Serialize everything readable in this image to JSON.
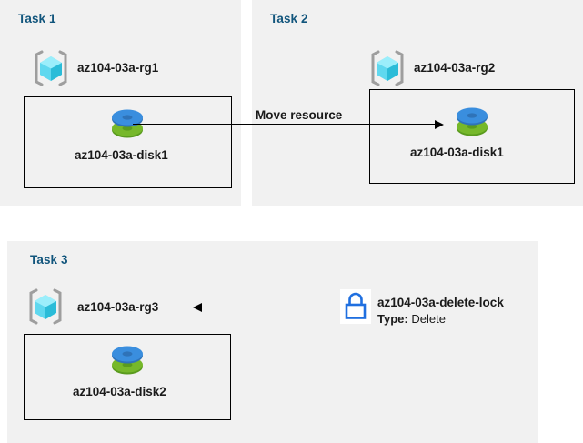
{
  "diagram": {
    "title": "Azure resource group tasks diagram",
    "background": "#ffffff",
    "panel_background": "#f1f1f1",
    "title_color": "#11557c",
    "accent_blue": "#1f6fe0",
    "cube_cyan": "#7fe3f5",
    "cube_teal": "#2bbcd8",
    "disk_blue": "#3a8ede",
    "disk_green": "#76b82a"
  },
  "panels": [
    {
      "id": "task1",
      "title": "Task 1",
      "resource_group": {
        "label": "az104-03a-rg1",
        "icon": "resource-group-cube-icon"
      },
      "resource": {
        "label": "az104-03a-disk1",
        "icon": "managed-disk-icon"
      }
    },
    {
      "id": "task2",
      "title": "Task 2",
      "resource_group": {
        "label": "az104-03a-rg2",
        "icon": "resource-group-cube-icon"
      },
      "resource": {
        "label": "az104-03a-disk1",
        "icon": "managed-disk-icon"
      }
    },
    {
      "id": "task3",
      "title": "Task 3",
      "resource_group": {
        "label": "az104-03a-rg3",
        "icon": "resource-group-cube-icon"
      },
      "resource": {
        "label": "az104-03a-disk2",
        "icon": "managed-disk-icon"
      },
      "lock": {
        "icon": "padlock-icon",
        "label": "az104-03a-delete-lock",
        "type_label": "Type:",
        "type_value": "Delete"
      }
    }
  ],
  "connectors": [
    {
      "id": "move-resource",
      "label": "Move resource",
      "direction": "right",
      "from": "az104-03a-disk1",
      "to": "az104-03a-disk1"
    },
    {
      "id": "lock-applies-to",
      "label": "",
      "direction": "left",
      "from": "az104-03a-delete-lock",
      "to": "az104-03a-rg3"
    }
  ]
}
